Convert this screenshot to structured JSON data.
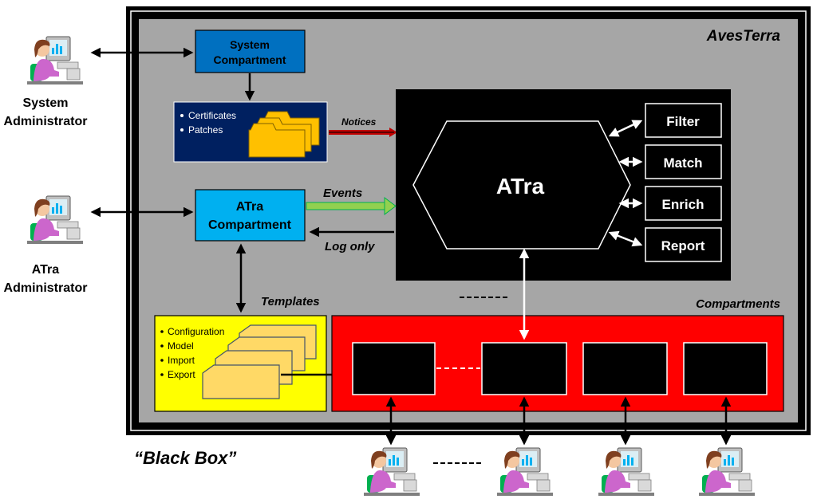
{
  "title": "AvesTerra",
  "caption": "“Black Box”",
  "system_compartment": {
    "line1": "System",
    "line2": "Compartment"
  },
  "atra_compartment": {
    "line1": "ATra",
    "line2": "Compartment"
  },
  "updates_box": {
    "items": [
      "Certificates",
      "Patches"
    ]
  },
  "templates_box": {
    "title": "Templates",
    "items": [
      "Configuration",
      "Model",
      "Import",
      "Export"
    ]
  },
  "atra_engine": {
    "label": "ATra",
    "modules": [
      "Filter",
      "Match",
      "Enrich",
      "Report"
    ]
  },
  "arrows": {
    "notices": "Notices",
    "events": "Events",
    "log_only": "Log only"
  },
  "compartments": {
    "title": "Compartments"
  },
  "admins": {
    "system": {
      "line1": "System",
      "line2": "Administrator"
    },
    "atra": {
      "line1": "ATra",
      "line2": "Administrator"
    }
  },
  "colors": {
    "outer_frame": "#000000",
    "inner_panel": "#a6a6a6",
    "system_compartment": "#0070c0",
    "atra_compartment": "#00b0f0",
    "updates_box": "#002060",
    "folder": "#ffc000",
    "templates_box": "#ffff00",
    "template_card": "#ffd966",
    "compartments_panel": "#ff0000",
    "notices_arrow": "#c00000",
    "events_arrow": "#92d050"
  },
  "icons": [
    "user-at-computer-icon"
  ]
}
